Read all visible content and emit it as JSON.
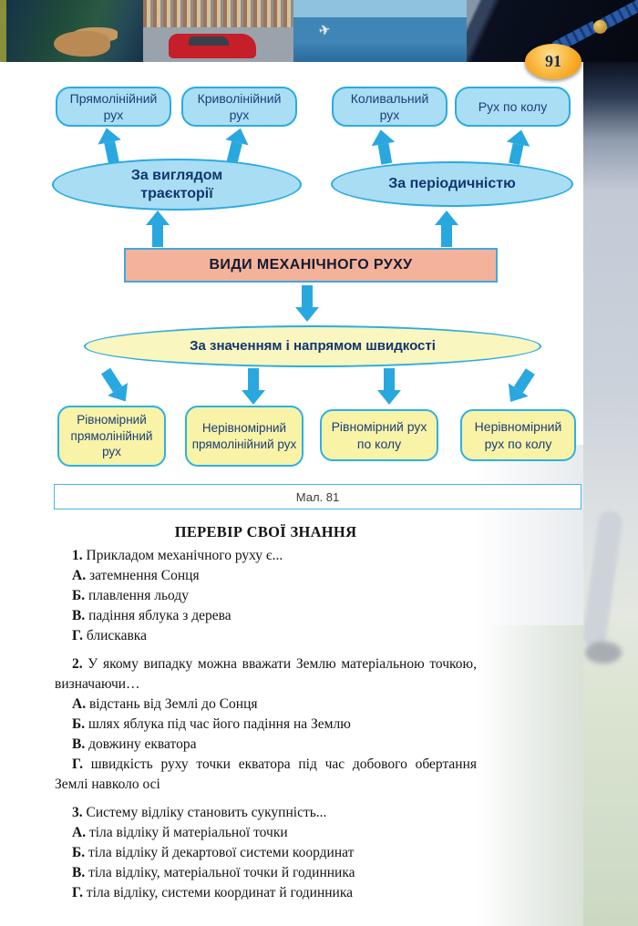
{
  "page": {
    "number": "91"
  },
  "banner": {
    "photos": [
      "forest-cougar-photo",
      "beach-crowd-red-car-photo",
      "sea-jet-photo",
      "satellite-space-photo"
    ]
  },
  "figure": {
    "root_label": "ВИДИ МЕХАНІЧНОГО РУХУ",
    "caption": "Мал. 81",
    "branches": {
      "trajectory": {
        "label": "За виглядом траєкторії",
        "children": [
          "Прямолінійний рух",
          "Криволінійний рух"
        ]
      },
      "periodicity": {
        "label": "За періодичністю",
        "children": [
          "Коливальний рух",
          "Рух по колу"
        ]
      },
      "speed": {
        "label": "За значенням і напрямом швидкості",
        "children": [
          "Рівномірний прямолінійний рух",
          "Нерівномірний прямолінійний рух",
          "Рівномірний рух по колу",
          "Нерівномірний рух по колу"
        ]
      }
    }
  },
  "quiz": {
    "title": "ПЕРЕВІР СВОЇ ЗНАННЯ",
    "questions": [
      {
        "number": "1.",
        "text": "Прикладом механічного руху є...",
        "options": [
          {
            "letter": "А.",
            "text": "затемнення Сонця"
          },
          {
            "letter": "Б.",
            "text": "плавлення льоду"
          },
          {
            "letter": "В.",
            "text": "падіння яблука з дерева"
          },
          {
            "letter": "Г.",
            "text": "блискавка"
          }
        ]
      },
      {
        "number": "2.",
        "text": "У якому випадку можна вважати Землю матеріальною точкою, визначаючи…",
        "options": [
          {
            "letter": "А.",
            "text": "відстань від Землі до Сонця"
          },
          {
            "letter": "Б.",
            "text": "шлях яблука під час його падіння на Землю"
          },
          {
            "letter": "В.",
            "text": "довжину екватора"
          },
          {
            "letter": "Г.",
            "text": "швидкість руху точки екватора під час добового обертання Землі навколо осі"
          }
        ]
      },
      {
        "number": "3.",
        "text": "Систему відліку становить сукупність...",
        "options": [
          {
            "letter": "А.",
            "text": "тіла відліку й матеріальної точки"
          },
          {
            "letter": "Б.",
            "text": "тіла відліку й декартової системи координат"
          },
          {
            "letter": "В.",
            "text": "тіла відліку, матеріальної точки й годинника"
          },
          {
            "letter": "Г.",
            "text": "тіла відліку, системи координат й годинника"
          }
        ]
      }
    ]
  },
  "colors": {
    "accent_cyan": "#2aabe2",
    "node_blue_fill": "#aadef5",
    "node_yellow_fill": "#f8f3a6",
    "root_fill": "#f5b29b",
    "arrow": "#29a8e0",
    "page_badge": "#f7a823",
    "text_navy": "#1c3e78"
  }
}
